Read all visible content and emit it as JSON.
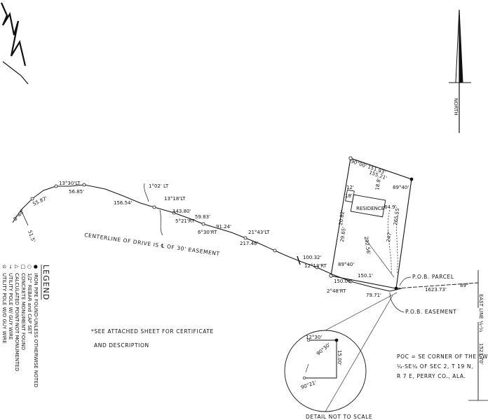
{
  "north_arrow": {
    "label": "NORTH"
  },
  "centerline": {
    "calls": [
      "51.5'",
      "8°44'",
      "13°30'LT",
      "55.87'",
      "56.85'",
      "156.54'",
      "1°02' LT",
      "13°18'LT",
      "143.80'",
      "59.83'",
      "5°21'RT",
      "6°30'RT",
      "91.24'",
      "21°43'LT",
      "217.46'",
      "100.32'",
      "12°13'RT",
      "2°48'RT",
      "150.00'",
      "79.71'"
    ],
    "label": "CENTERLINE OF DRIVE IS ℄ OF 30' EASEMENT"
  },
  "parcel": {
    "calls": [
      "151.93'",
      "155.21'",
      "89°40'",
      "90°00'",
      "265.55'",
      "247'",
      "64.9'",
      "18.8'",
      "20.82'",
      "29.65'",
      "292.56'",
      "150.1'",
      "89°40'"
    ],
    "building_label": "RESIDENCE",
    "building_dims": [
      "12'",
      "18'"
    ]
  },
  "pob_parcel": {
    "label": "P.O.B. PARCEL",
    "distance": "1623.73'"
  },
  "pob_easement": {
    "label": "P.O.B. EASEMENT"
  },
  "section_line": {
    "label": "EAST LINE ¼-¼",
    "distance": "1523.70'",
    "ang": "89°"
  },
  "detail": {
    "calls": [
      "12°30'",
      "90°30'",
      "15.00'",
      "90°21'"
    ],
    "label": "DETAIL NOT TO SCALE"
  },
  "poc_note": {
    "lines": [
      "POC = SE CORNER OF THE SW",
      "¼-SE¼ OF SEC 2, T 19 N,",
      "R 7 E, PERRY CO., ALA."
    ]
  },
  "see_note": {
    "lines": [
      "*SEE ATTACHED SHEET FOR CERTIFICATE",
      "AND DESCRIPTION"
    ]
  },
  "legend": {
    "title": "LEGEND",
    "items": [
      {
        "symbol": "●",
        "text": "IRON PIPE FOUND-UNLESS OTHERWISE NOTED"
      },
      {
        "symbol": "○",
        "text": "1/2\" REBAR and CAP SET"
      },
      {
        "symbol": "□",
        "text": "CONCRETE MONUMENT FOUND"
      },
      {
        "symbol": "△",
        "text": "CALCULATED POINT-NOT MONUMENTED"
      },
      {
        "symbol": "⊸",
        "text": "UTILITY POLE W/ GUY WIRE"
      },
      {
        "symbol": "⊙",
        "text": "UTILITY POLE W/O GUY WIRE"
      }
    ]
  }
}
